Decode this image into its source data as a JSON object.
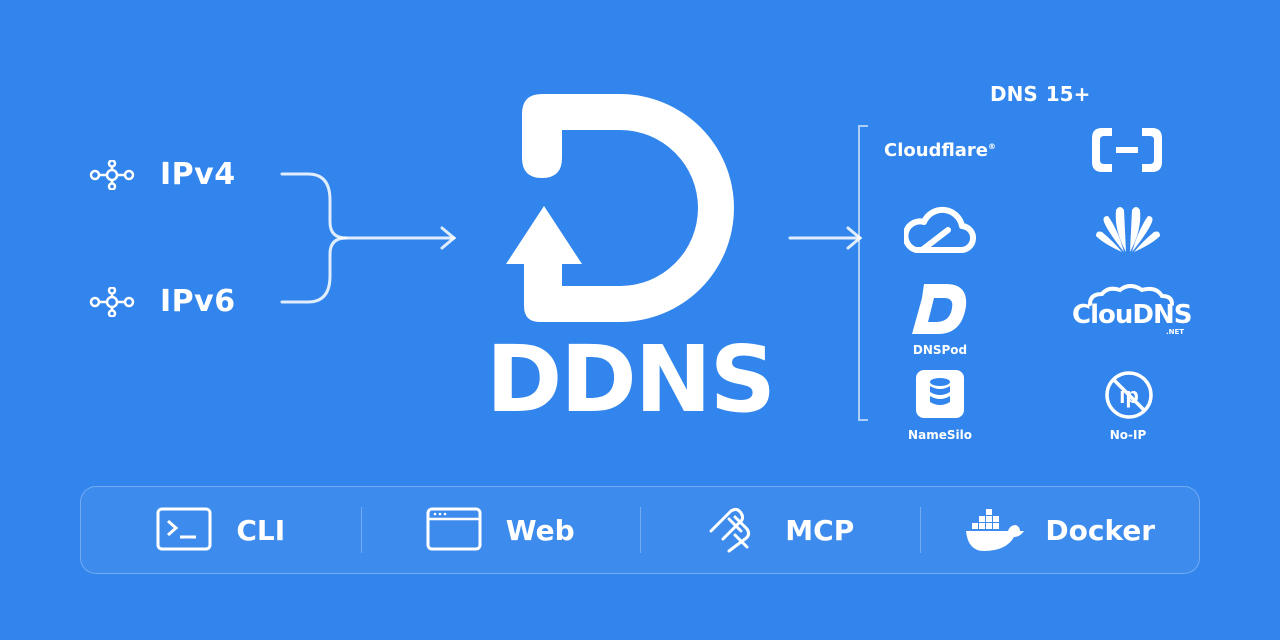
{
  "inputs": {
    "ipv4": "IPv4",
    "ipv6": "IPv6"
  },
  "product": {
    "name": "DDNS"
  },
  "providers": {
    "heading_prefix": "DNS",
    "heading_count": "15+",
    "cloudflare": "Cloudflare",
    "cloudflare_mark": "®",
    "dnspod": "DNSPod",
    "clouddns": "ClouDNS",
    "clouddns_suffix": ".NET",
    "namesilo": "NameSilo",
    "noip": "No-IP"
  },
  "modes": [
    {
      "label": "CLI",
      "icon": "terminal-icon"
    },
    {
      "label": "Web",
      "icon": "browser-window-icon"
    },
    {
      "label": "MCP",
      "icon": "mcp-icon"
    },
    {
      "label": "Docker",
      "icon": "docker-icon"
    }
  ],
  "colors": {
    "background": "#3185ec",
    "foreground": "#ffffff"
  }
}
